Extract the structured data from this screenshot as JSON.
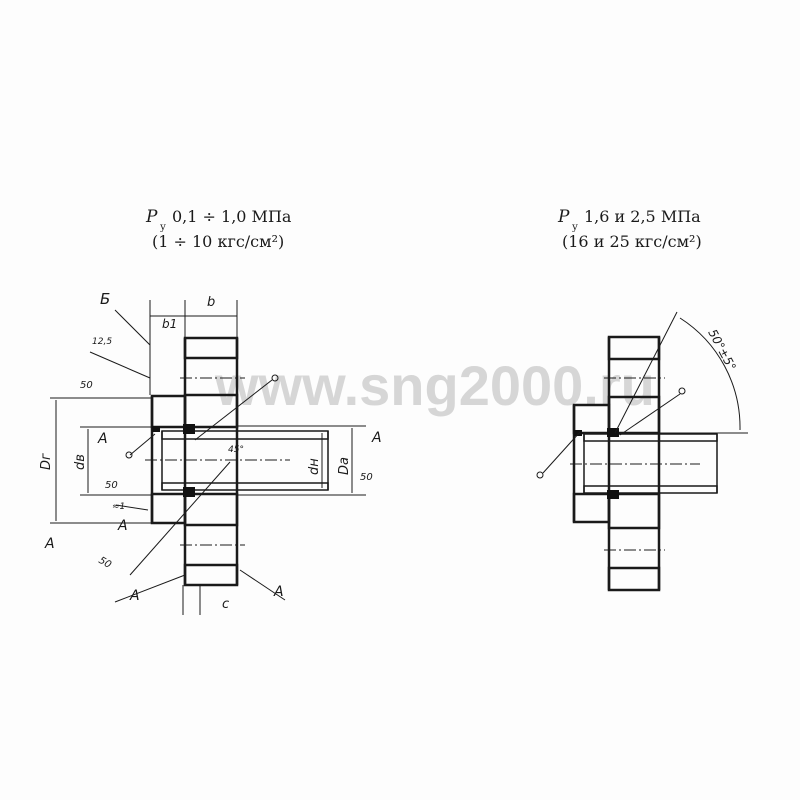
{
  "left_view": {
    "title_line1_symbol": "P",
    "title_line1_sub": "у",
    "title_line1_text": "0,1 ÷ 1,0 МПа",
    "title_line2": "(1 ÷ 10 кгс/см²)",
    "labels": {
      "b_section": "Б",
      "roughness_12_5": "12,5",
      "roughness_50": "50",
      "b1": "b1",
      "b": "b",
      "c": "c",
      "Dg": "Dг",
      "dv": "dв",
      "dn": "dн",
      "Da": "Da",
      "chamfer": "45°",
      "approx1": "≈1",
      "A": "A"
    }
  },
  "right_view": {
    "title_line1_symbol": "P",
    "title_line1_sub": "у",
    "title_line1_text": "1,6 и 2,5 МПа",
    "title_line2": "(16 и 25 кгс/см²)",
    "angle_label": "50°±5°"
  },
  "watermark": "www.sng2000.ru"
}
